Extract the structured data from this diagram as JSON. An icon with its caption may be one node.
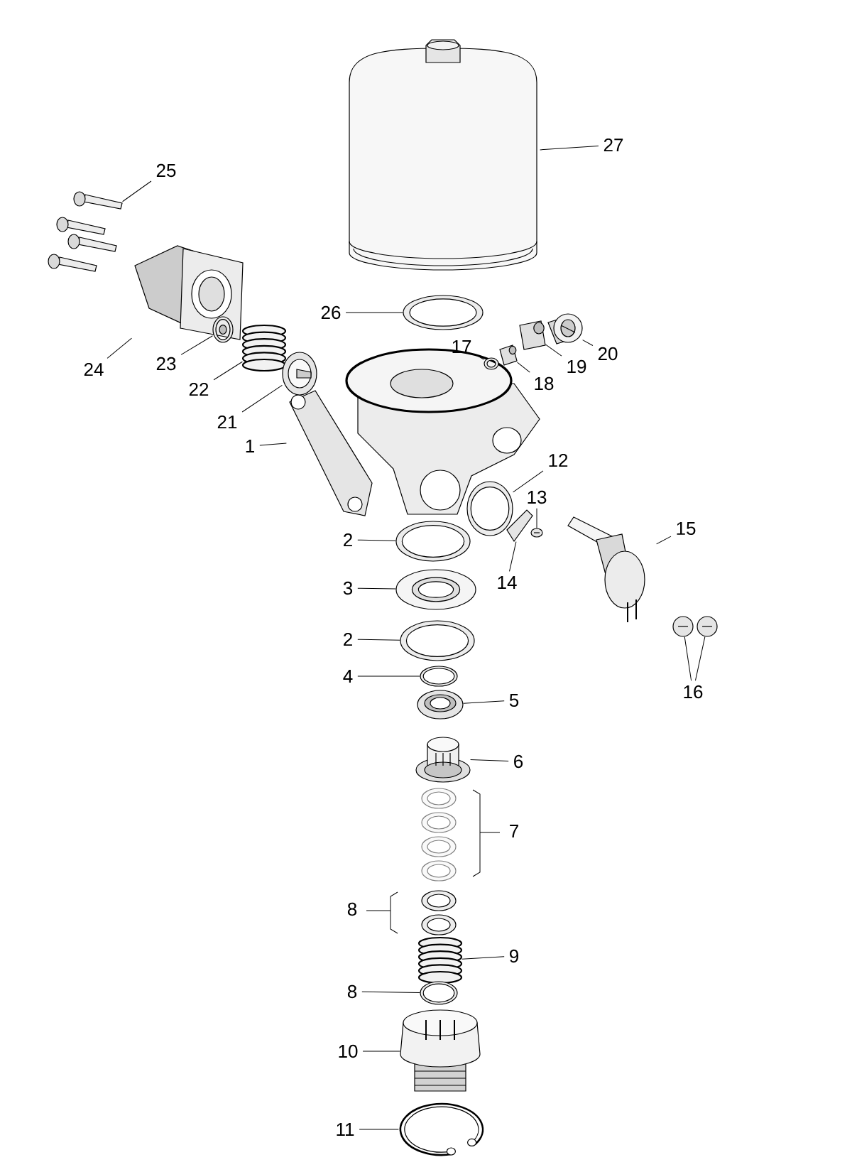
{
  "diagram": {
    "nodes": [
      {
        "text": [
          "27"
        ]
      },
      {
        "text": [],
        "shape": "picture"
      },
      {
        "text": [
          "25"
        ]
      },
      {
        "text": [],
        "shape": "picture"
      },
      {
        "text": [
          "24"
        ]
      },
      {
        "text": [],
        "shape": "picture"
      },
      {
        "text": [
          "23"
        ]
      },
      {
        "text": [],
        "shape": "picture"
      },
      {
        "text": [
          "22"
        ]
      },
      {
        "text": [],
        "shape": "picture"
      },
      {
        "text": [
          "21"
        ]
      },
      {
        "text": [],
        "shape": "picture"
      },
      {
        "text": [
          "26"
        ]
      },
      {
        "text": [],
        "shape": "picture"
      },
      {
        "text": [
          "17"
        ]
      },
      {
        "text": [],
        "shape": "picture"
      },
      {
        "text": [
          "18"
        ]
      },
      {
        "text": [],
        "shape": "picture"
      },
      {
        "text": [
          "19"
        ]
      },
      {
        "text": [],
        "shape": "picture"
      },
      {
        "text": [
          "20"
        ]
      },
      {
        "text": [],
        "shape": "picture"
      },
      {
        "text": [
          "1"
        ]
      },
      {
        "text": [],
        "shape": "picture"
      },
      {
        "text": [
          "12"
        ]
      },
      {
        "text": [],
        "shape": "picture"
      },
      {
        "text": [
          "13"
        ]
      },
      {
        "text": [],
        "shape": "picture"
      },
      {
        "text": [
          "14"
        ]
      },
      {
        "text": [],
        "shape": "picture"
      },
      {
        "text": [
          "15"
        ]
      },
      {
        "text": [],
        "shape": "picture"
      },
      {
        "text": [
          "16"
        ]
      },
      {
        "text": [],
        "shape": "picture"
      },
      {
        "text": [],
        "shape": "picture"
      },
      {
        "text": [
          "2"
        ]
      },
      {
        "text": [],
        "shape": "picture"
      },
      {
        "text": [
          "3"
        ]
      },
      {
        "text": [],
        "shape": "picture"
      },
      {
        "text": [
          "2"
        ]
      },
      {
        "text": [],
        "shape": "picture"
      },
      {
        "text": [
          "4"
        ]
      },
      {
        "text": [],
        "shape": "picture"
      },
      {
        "text": [
          "5"
        ]
      },
      {
        "text": [],
        "shape": "picture"
      },
      {
        "text": [
          "6"
        ]
      },
      {
        "text": [],
        "shape": "picture"
      },
      {
        "text": [
          "9"
        ]
      },
      {
        "text": [],
        "shape": "picture"
      },
      {
        "text": [
          "8"
        ]
      },
      {
        "text": [],
        "shape": "picture"
      },
      {
        "text": [
          "10"
        ]
      },
      {
        "text": [],
        "shape": "picture"
      },
      {
        "text": [
          "11"
        ]
      },
      {
        "text": [],
        "shape": "picture"
      }
    ],
    "edges": [
      {
        "from": 0,
        "to": 1,
        "arrow": "none"
      },
      {
        "from": 2,
        "to": 3,
        "arrow": "none"
      },
      {
        "from": 4,
        "to": 5,
        "arrow": "none"
      },
      {
        "from": 6,
        "to": 7,
        "arrow": "none"
      },
      {
        "from": 8,
        "to": 9,
        "arrow": "none"
      },
      {
        "from": 10,
        "to": 11,
        "arrow": "none"
      },
      {
        "from": 12,
        "to": 13,
        "arrow": "none"
      },
      {
        "from": 14,
        "to": 15,
        "arrow": "none"
      },
      {
        "from": 16,
        "to": 17,
        "arrow": "none"
      },
      {
        "from": 18,
        "to": 19,
        "arrow": "none"
      },
      {
        "from": 20,
        "to": 21,
        "arrow": "none"
      },
      {
        "from": 22,
        "to": 23,
        "arrow": "none"
      },
      {
        "from": 24,
        "to": 25,
        "arrow": "none"
      },
      {
        "from": 26,
        "to": 27,
        "arrow": "none"
      },
      {
        "from": 28,
        "to": 29,
        "arrow": "none"
      },
      {
        "from": 30,
        "to": 31,
        "arrow": "none"
      },
      {
        "from": 32,
        "to": 33,
        "arrow": "none"
      },
      {
        "from": 32,
        "to": 34,
        "arrow": "none"
      },
      {
        "from": 35,
        "to": 36,
        "arrow": "none"
      },
      {
        "from": 37,
        "to": 38,
        "arrow": "none"
      },
      {
        "from": 39,
        "to": 40,
        "arrow": "none"
      },
      {
        "from": 41,
        "to": 42,
        "arrow": "none"
      },
      {
        "from": 43,
        "to": 44,
        "arrow": "none"
      },
      {
        "from": 45,
        "to": 46,
        "arrow": "none"
      },
      {
        "from": 47,
        "to": 48,
        "arrow": "none"
      },
      {
        "from": 49,
        "to": 50,
        "arrow": "none"
      },
      {
        "from": 51,
        "to": 52,
        "arrow": "none"
      },
      {
        "from": 53,
        "to": 54,
        "arrow": "none"
      }
    ],
    "labels": [
      "7",
      "8"
    ]
  }
}
